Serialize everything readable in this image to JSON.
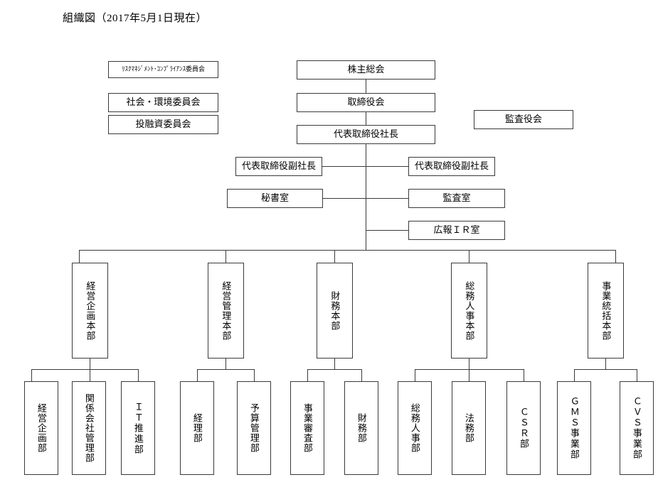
{
  "title": "組織図（2017年5月1日現在）",
  "committees": [
    {
      "id": "risk-compliance-committee",
      "label": "ﾘｽｸﾏﾈｼﾞﾒﾝﾄ･ｺﾝﾌﾟﾗｲｱﾝｽ委員会"
    },
    {
      "id": "social-environment-committee",
      "label": "社会・環境委員会"
    },
    {
      "id": "investment-finance-committee",
      "label": "投融資委員会"
    }
  ],
  "governance": [
    {
      "id": "shareholders-meeting",
      "label": "株主総会"
    },
    {
      "id": "board-of-directors",
      "label": "取締役会"
    },
    {
      "id": "president-ceo",
      "label": "代表取締役社長"
    },
    {
      "id": "audit-and-supervisory-board",
      "label": "監査役会"
    }
  ],
  "executives": [
    {
      "id": "vice-president-left",
      "label": "代表取締役副社長"
    },
    {
      "id": "vice-president-right",
      "label": "代表取締役副社長"
    },
    {
      "id": "secretariat-office",
      "label": "秘書室"
    },
    {
      "id": "audit-office",
      "label": "監査室"
    },
    {
      "id": "pr-ir-office",
      "label": "広報ＩＲ室"
    }
  ],
  "divisions": [
    {
      "id": "corporate-planning-hq",
      "label": "経営企画本部",
      "departments": [
        {
          "id": "corporate-planning-dept",
          "label": "経営企画部"
        },
        {
          "id": "affiliated-companies-management-dept",
          "label": "関係会社管理部"
        },
        {
          "id": "it-promotion-dept",
          "label": "ＩＴ推進部"
        }
      ]
    },
    {
      "id": "corporate-management-hq",
      "label": "経営管理本部",
      "departments": [
        {
          "id": "accounting-dept",
          "label": "経理部"
        },
        {
          "id": "budget-management-dept",
          "label": "予算管理部"
        }
      ]
    },
    {
      "id": "finance-hq",
      "label": "財務本部",
      "departments": [
        {
          "id": "business-examination-dept",
          "label": "事業審査部"
        },
        {
          "id": "finance-dept",
          "label": "財務部"
        }
      ]
    },
    {
      "id": "general-affairs-hr-hq",
      "label": "総務人事本部",
      "departments": [
        {
          "id": "general-affairs-hr-dept",
          "label": "総務人事部"
        },
        {
          "id": "legal-dept",
          "label": "法務部"
        },
        {
          "id": "csr-dept",
          "label": "ＣＳＲ部"
        }
      ]
    },
    {
      "id": "business-management-hq",
      "label": "事業統括本部",
      "departments": [
        {
          "id": "gms-business-dept",
          "label": "ＧＭＳ事業部"
        },
        {
          "id": "cvs-business-dept",
          "label": "ＣＶＳ事業部"
        }
      ]
    }
  ],
  "colors": {
    "line": "#3a3a3a",
    "background": "#ffffff",
    "text": "#000000"
  }
}
